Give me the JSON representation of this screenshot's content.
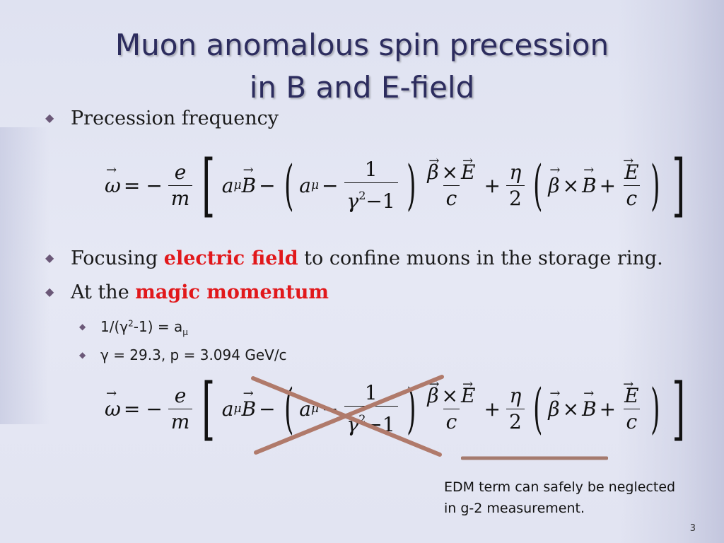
{
  "title": {
    "line1": "Muon anomalous spin precession",
    "line2": "in B and E-field"
  },
  "bullets": {
    "b1": "Precession frequency",
    "b2_pre": "Focusing ",
    "b2_red": "electric field",
    "b2_post": " to confine muons in the storage ring.",
    "b3_pre": "At the ",
    "b3_red": "magic momentum"
  },
  "sub_bullets": {
    "s1_pre": "1/(γ",
    "s1_sup": "2",
    "s1_mid": "-1) = a",
    "s1_sub": "μ",
    "s2": "γ = 29.3, p = 3.094 GeV/c"
  },
  "equation": {
    "omega": "ω",
    "e": "e",
    "m": "m",
    "a": "a",
    "mu": "μ",
    "B": "B",
    "one": "1",
    "gamma": "γ",
    "two": "2",
    "minus_one": "−1",
    "beta": "β",
    "E": "E",
    "c": "c",
    "eta": "η"
  },
  "note": {
    "line1": "EDM term can safely be neglected",
    "line2": "in g-2 measurement."
  },
  "page_number": "3",
  "colors": {
    "title": "#2c2c5e",
    "highlight": "#e1181b",
    "cross": "#b07a6b",
    "underline": "#a57a6e"
  }
}
